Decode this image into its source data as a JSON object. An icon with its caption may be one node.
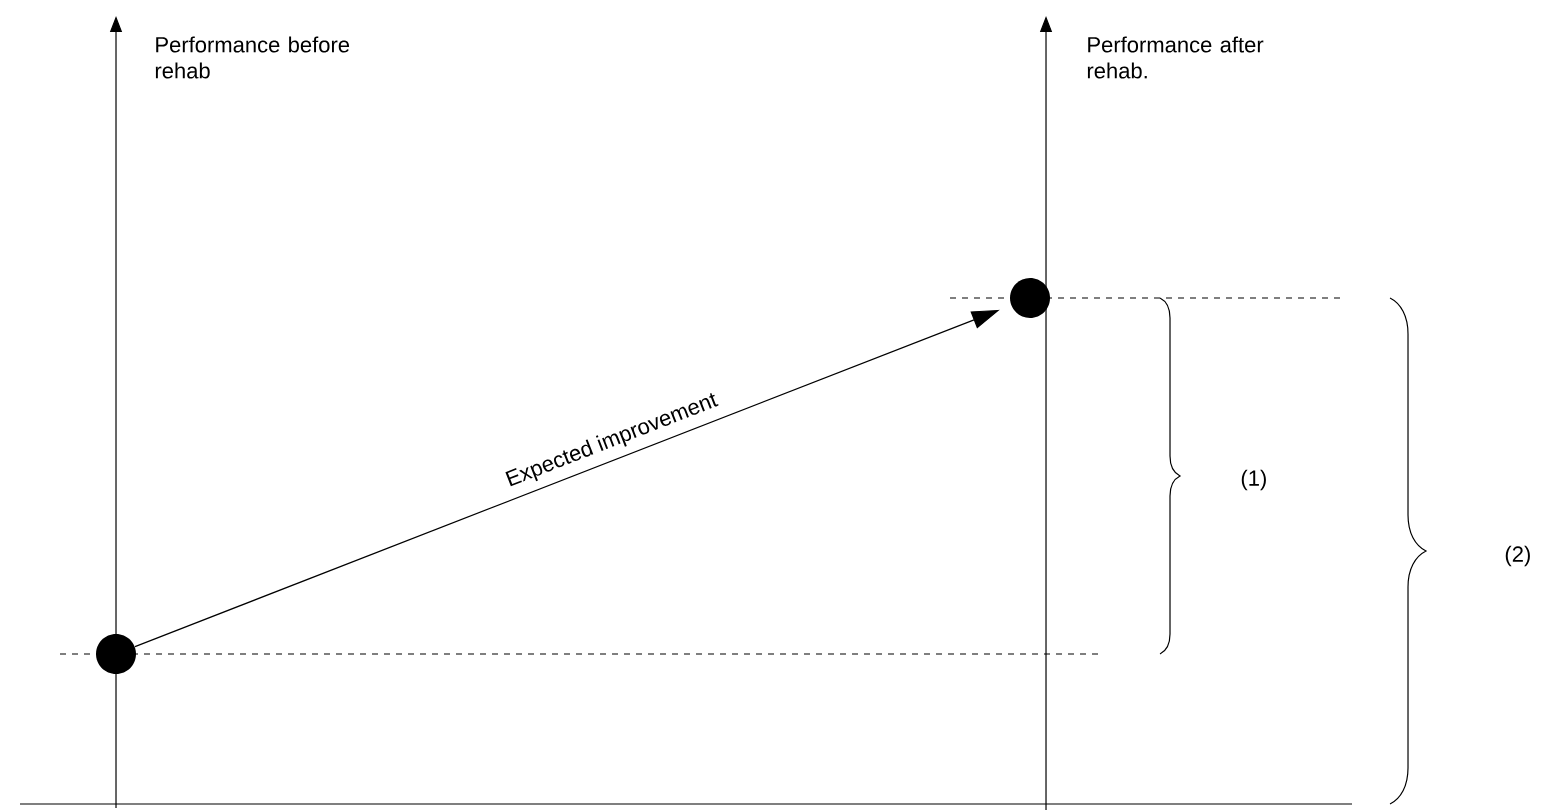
{
  "diagram": {
    "nodes": [
      {
        "text": [],
        "shape": "circle"
      },
      {
        "text": [],
        "shape": "circle"
      }
    ],
    "edges": [
      {
        "from": 0,
        "to": 1,
        "arrow": "to",
        "label": "Expected improvement"
      }
    ],
    "labels": [
      "Performance before rehab",
      "Performance after rehab.",
      "(1)",
      "(2)"
    ]
  }
}
